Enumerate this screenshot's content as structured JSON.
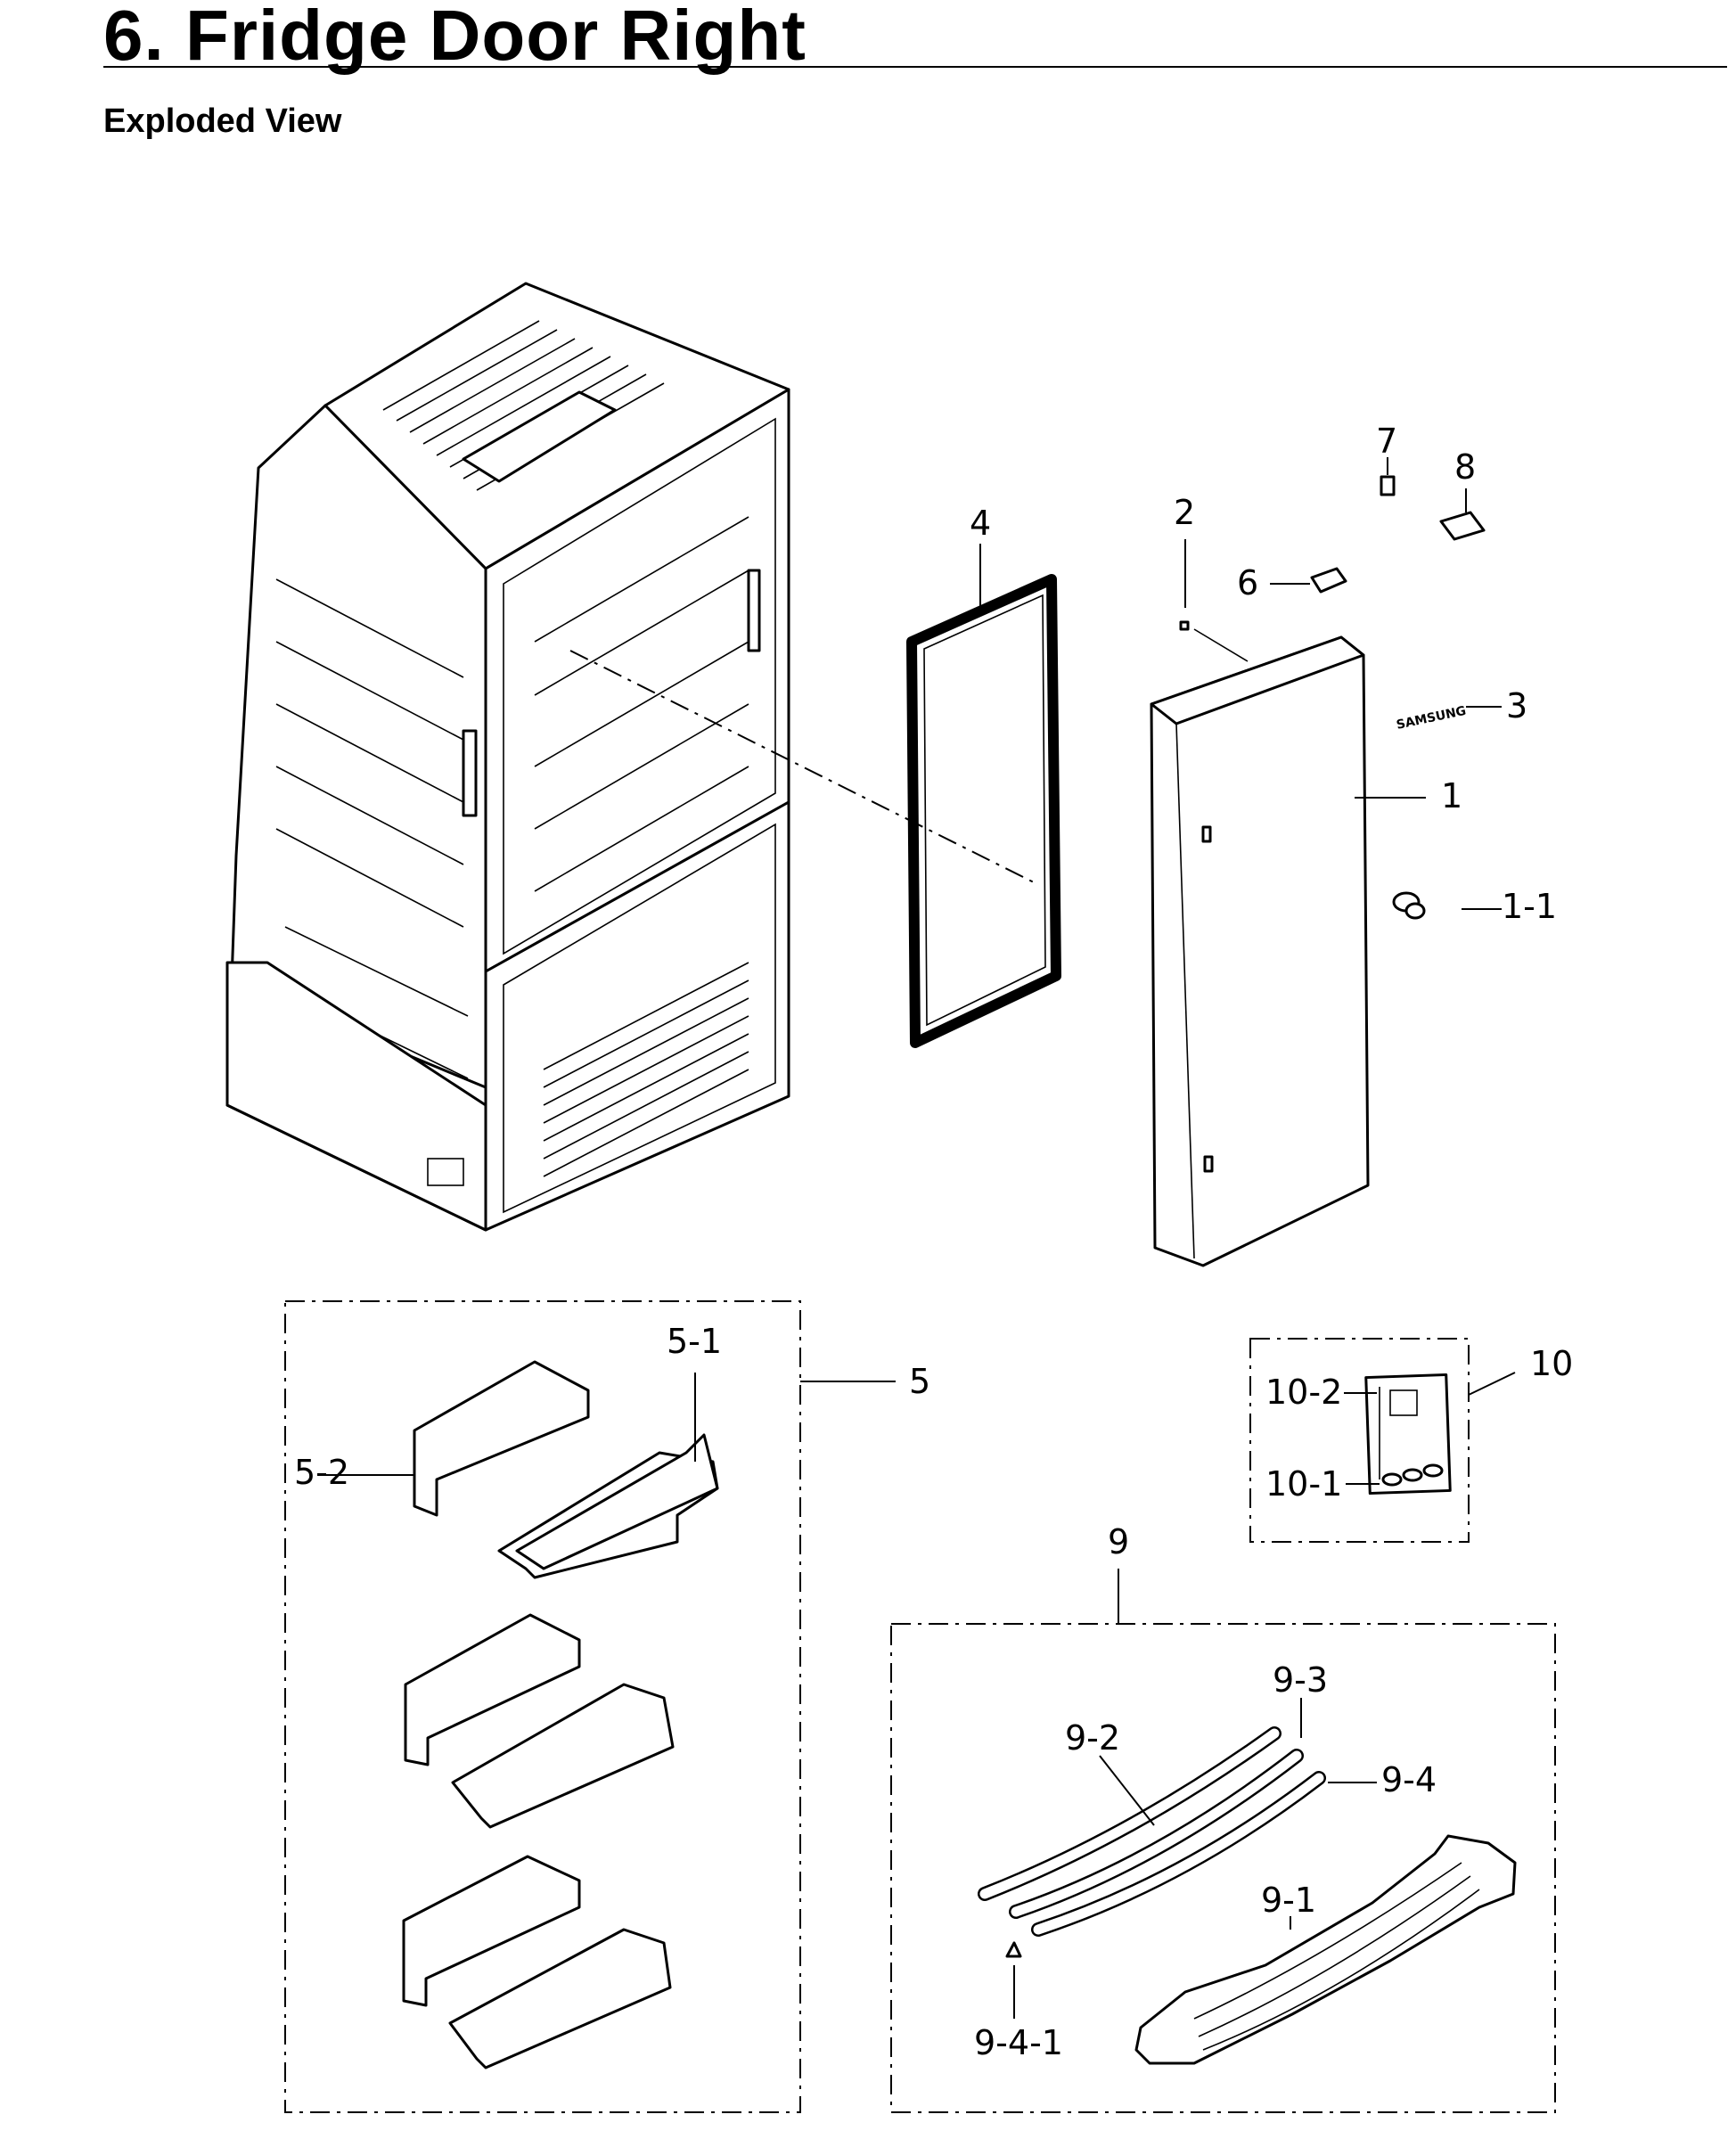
{
  "header": {
    "title": "6.  Fridge Door Right",
    "subtitle": "Exploded View"
  },
  "callouts": {
    "c1": "1",
    "c1_1": "1-1",
    "c2": "2",
    "c3": "3",
    "c4": "4",
    "c5": "5",
    "c5_1": "5-1",
    "c5_2": "5-2",
    "c6": "6",
    "c7": "7",
    "c8": "8",
    "c9": "9",
    "c9_1": "9-1",
    "c9_2": "9-2",
    "c9_3": "9-3",
    "c9_4": "9-4",
    "c9_4_1": "9-4-1",
    "c10": "10",
    "c10_1": "10-1",
    "c10_2": "10-2"
  },
  "logo_text": "SAMSUNG"
}
